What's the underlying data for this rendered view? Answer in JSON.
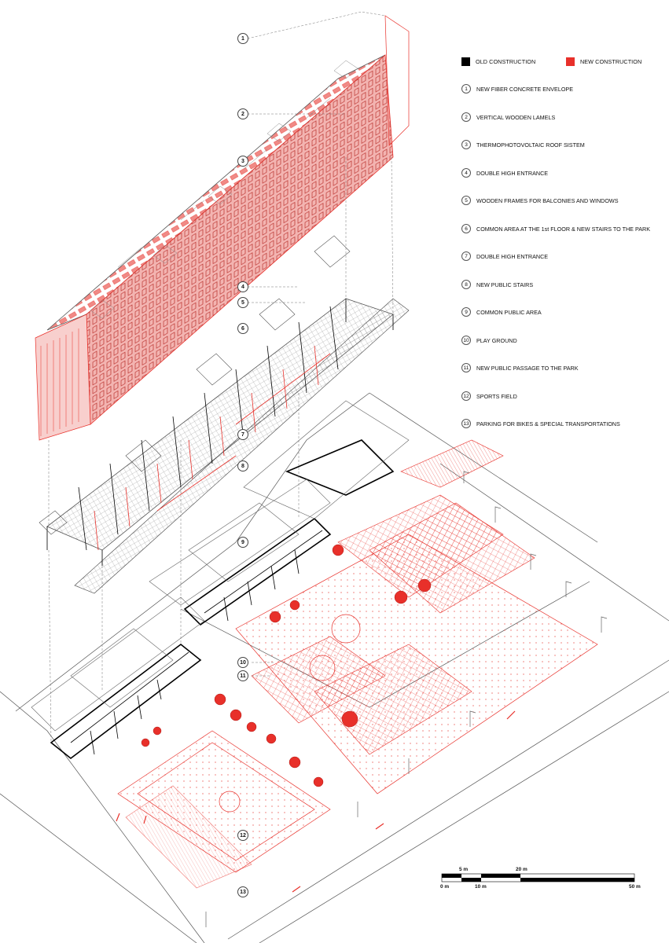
{
  "legend": {
    "keys": [
      {
        "label": "OLD CONSTRUCTION",
        "color": "#000000"
      },
      {
        "label": "NEW CONSTRUCTION",
        "color": "#e8302a"
      }
    ],
    "items": [
      {
        "num": "1",
        "label": "NEW FIBER CONCRETE ENVELOPE"
      },
      {
        "num": "2",
        "label": "VERTICAL WOODEN LAMELS"
      },
      {
        "num": "3",
        "label": "THERMOPHOTOVOLTAIC ROOF SISTEM"
      },
      {
        "num": "4",
        "label": "DOUBLE HIGH ENTRANCE"
      },
      {
        "num": "5",
        "label": "WOODEN FRAMES FOR BALCONIES AND WINDOWS"
      },
      {
        "num": "6",
        "label": "COMMON AREA AT THE 1st FLOOR & NEW STAIRS TO THE PARK"
      },
      {
        "num": "7",
        "label": "DOUBLE HIGH ENTRANCE"
      },
      {
        "num": "8",
        "label": "NEW PUBLIC STAIRS"
      },
      {
        "num": "9",
        "label": "COMMON PUBLIC AREA"
      },
      {
        "num": "10",
        "label": "PLAY GROUND"
      },
      {
        "num": "11",
        "label": "NEW PUBLIC PASSAGE TO THE PARK"
      },
      {
        "num": "12",
        "label": "SPORTS FIELD"
      },
      {
        "num": "13",
        "label": "PARKING FOR BIKES & SPECIAL TRANSPORTATIONS"
      }
    ]
  },
  "callouts": [
    "1",
    "2",
    "3",
    "4",
    "5",
    "6",
    "7",
    "8",
    "9",
    "10",
    "11",
    "12",
    "13"
  ],
  "scale": {
    "top_labels": [
      "5 m",
      "20 m"
    ],
    "bottom_labels": [
      "0 m",
      "10 m",
      "50 m"
    ]
  },
  "colors": {
    "red": "#e8302a",
    "black": "#000000",
    "grey": "#888888"
  }
}
